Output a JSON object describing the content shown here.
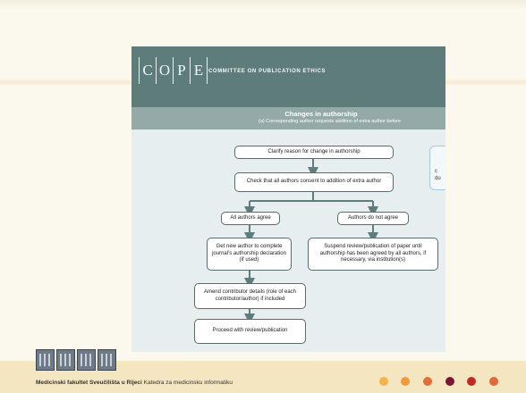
{
  "cope": {
    "letters": [
      "C",
      "O",
      "P",
      "E"
    ],
    "tagline": "COMMITTEE ON PUBLICATION ETHICS"
  },
  "flowchart": {
    "title": "Changes in authorship",
    "subtitle": "(a)  Corresponding author requests addition of extra author before",
    "side_note_lines": [
      "c",
      "du"
    ],
    "nodes": {
      "clarify": "Clarify reason for change in authorship",
      "check_consent": "Check that all authors consent to addition of extra author",
      "all_agree": "All authors agree",
      "not_agree": "Authors do not agree",
      "get_new_author": "Get new author to complete journal's authorship declaration (if used)",
      "suspend_review": "Suspend review/publication of paper until authorship has been agreed by all authors, if necessary, via institution(s)",
      "amend_details": "Amend contributor details (role of each contributor/author) if included",
      "proceed": "Proceed with review/publication"
    }
  },
  "footer": {
    "institution": "Medicinski fakultet Sveučilišta u Rijeci",
    "department": "Katedra za medicinsku informatiku",
    "dot_colors": [
      "#f5b24a",
      "#f09a3e",
      "#e06f3a",
      "#7a1633",
      "#c02a22",
      "#e2683a"
    ]
  },
  "colors": {
    "header": "#5d7c7a",
    "title_bar": "#93aaa8",
    "canvas": "#e6eef0",
    "arrow": "#5f7d7c",
    "footer": "#f5e6c2"
  }
}
